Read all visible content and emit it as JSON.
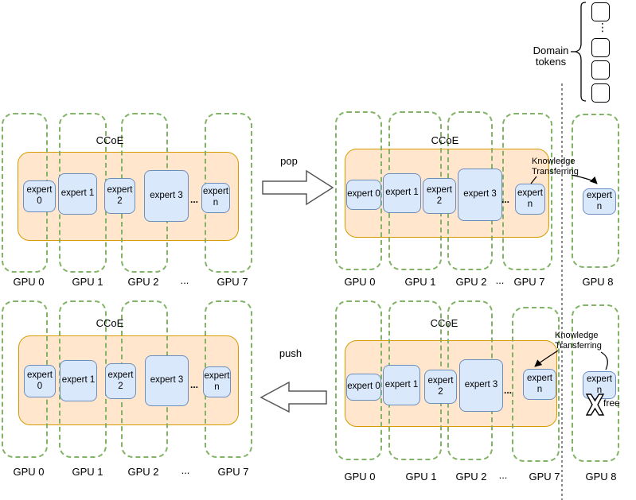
{
  "colors": {
    "gpu_border": "#82b366",
    "ccoe_fill": "#ffe6cc",
    "ccoe_border": "#d79b00",
    "expert_fill": "#dae8fc",
    "expert_border": "#6c8ebf"
  },
  "domain_tokens": {
    "line1": "Domain",
    "line2": "tokens",
    "vertical_ellipsis": "⋮"
  },
  "ops": {
    "pop": "pop",
    "push": "push"
  },
  "panels": {
    "top_left": {
      "ccoe": "CCoE",
      "experts": [
        "expert 0",
        "expert 1",
        "expert 2",
        "expert 3",
        "expert n"
      ],
      "dots": "...",
      "gpus": [
        "GPU 0",
        "GPU 1",
        "GPU 2",
        "...",
        "GPU 7"
      ]
    },
    "top_right": {
      "ccoe": "CCoE",
      "experts": [
        "expert 0",
        "expert 1",
        "expert 2",
        "expert 3",
        "expert n"
      ],
      "dots": "...",
      "gpus": [
        "GPU 0",
        "GPU 1",
        "GPU 2",
        "...",
        "GPU 7",
        "GPU 8"
      ],
      "gpu8_expert": "expert n",
      "kt_line1": "Knowledge",
      "kt_line2": "Transferring"
    },
    "bottom_left": {
      "ccoe": "CCoE",
      "experts": [
        "expert 0",
        "expert 1",
        "expert 2",
        "expert 3",
        "expert n"
      ],
      "dots": "...",
      "gpus": [
        "GPU 0",
        "GPU 1",
        "GPU 2",
        "...",
        "GPU 7"
      ]
    },
    "bottom_right": {
      "ccoe": "CCoE",
      "experts": [
        "expert 0",
        "expert 1",
        "expert 2",
        "expert 3",
        "expert n"
      ],
      "dots": "...",
      "gpus": [
        "GPU 0",
        "GPU 1",
        "GPU 2",
        "...",
        "GPU 7",
        "GPU 8"
      ],
      "gpu8_expert": "expert n",
      "kt_line1": "Knowledge",
      "kt_line2": "Transferring",
      "free": "free"
    }
  }
}
